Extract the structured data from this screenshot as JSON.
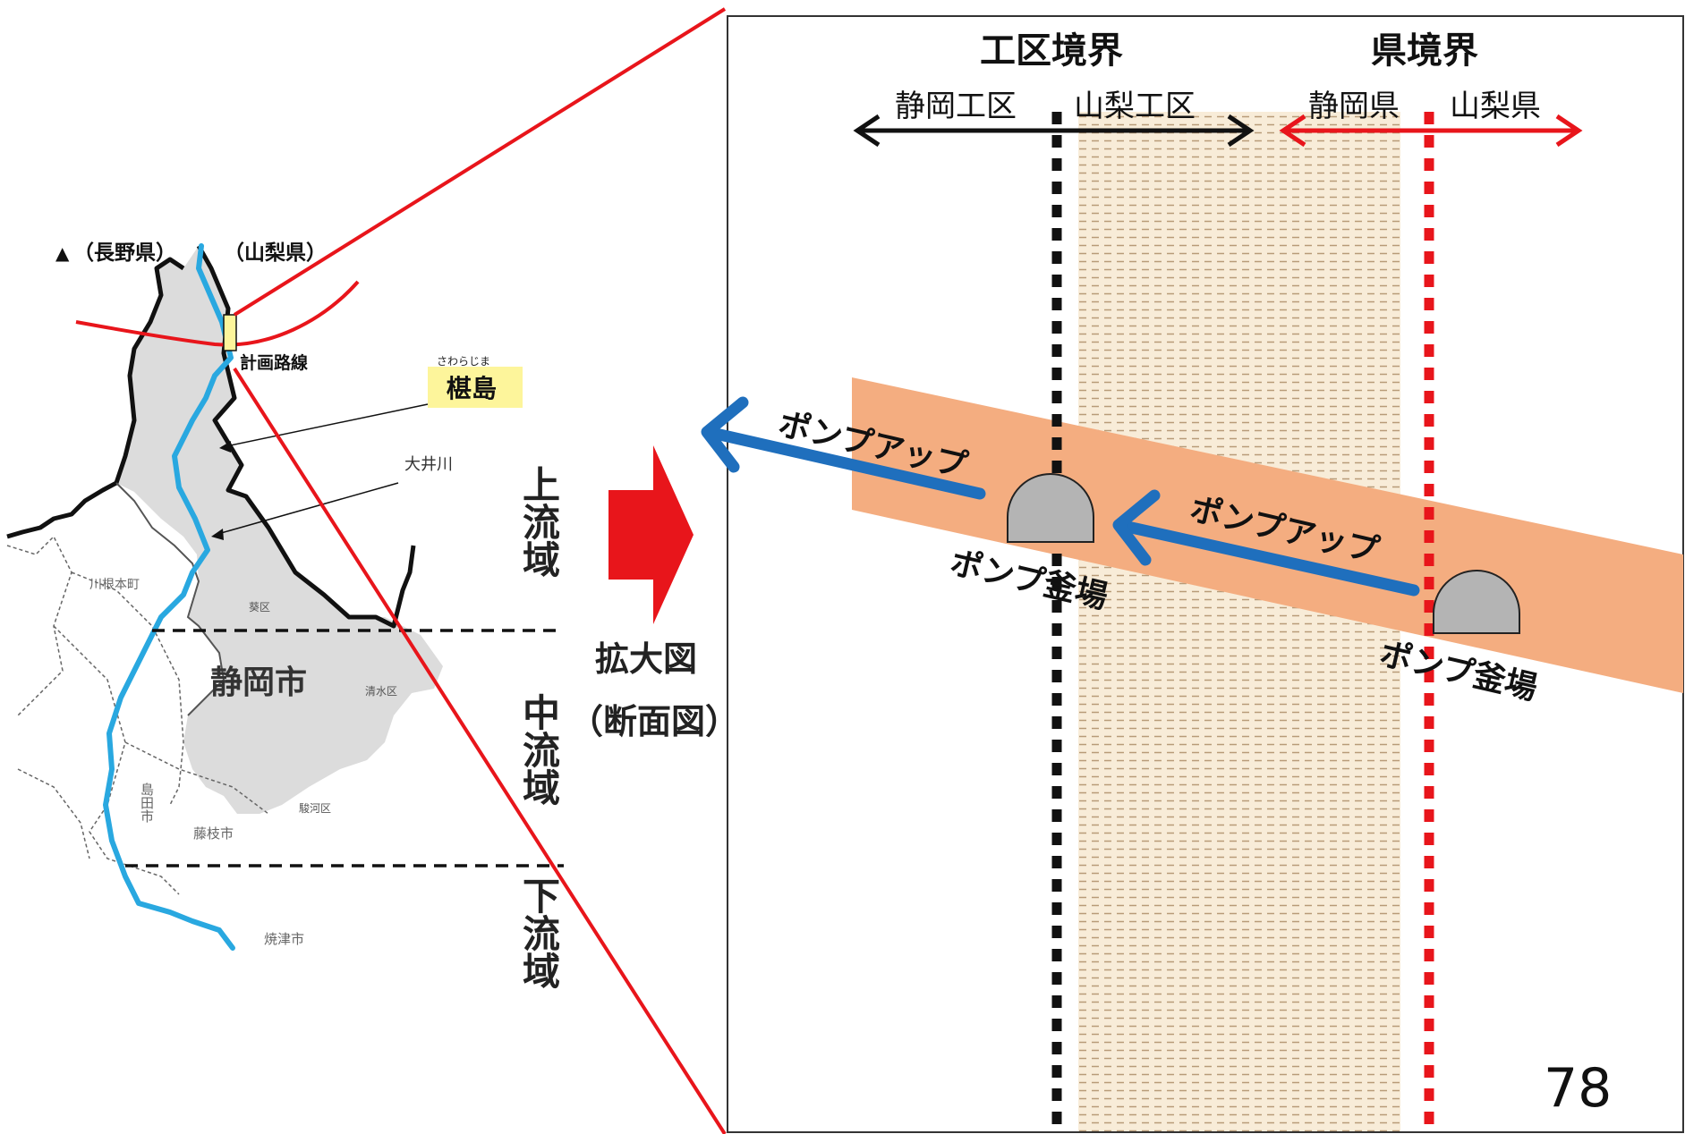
{
  "map": {
    "north_symbol": "▲",
    "nagano_label": "（長野県）",
    "yamanashi_label": "（山梨県）",
    "route_label": "計画路線",
    "sawarajima_reading": "さわらじま",
    "sawarajima_label": "椹島",
    "oi_river_label": "大井川",
    "kawanehoncho_label": "川根本町",
    "shizuoka_city_label": "静岡市",
    "shimada_label": "島田市",
    "fujieda_label": "藤枝市",
    "yaizu_label": "焼津市",
    "aoi_label": "葵区",
    "shimizu_label": "清水区",
    "suruga_label": "駿河区",
    "upper_basin": "上流域",
    "middle_basin": "中流域",
    "lower_basin": "下流域"
  },
  "arrow_caption": {
    "line1": "拡大図",
    "line2": "（断面図）"
  },
  "section": {
    "ku_boundary_title": "工区境界",
    "pref_boundary_title": "県境界",
    "shizuoka_ku": "静岡工区",
    "yamanashi_ku": "山梨工区",
    "shizuoka_pref": "静岡県",
    "yamanashi_pref": "山梨県",
    "pump_up_label_1": "ポンプアップ",
    "pump_up_label_2": "ポンプアップ",
    "pump_chamber_label_1": "ポンプ釜場",
    "pump_chamber_label_2": "ポンプ釜場"
  },
  "page_number": "78",
  "colors": {
    "red": "#e8151b",
    "blue_river": "#29a8e0",
    "blue_arrow": "#1f6fbd",
    "tunnel_band": "#f4ad80",
    "fill_zone": "#f8ecd8",
    "tunnel_gray": "#b4b4b4",
    "label_yellow": "#fdf59b",
    "map_gray": "#dcdcdc"
  }
}
